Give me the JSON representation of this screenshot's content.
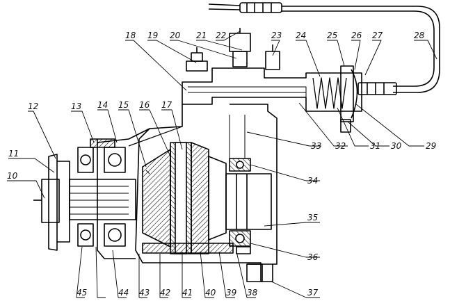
{
  "diagram": {
    "callouts": [
      {
        "id": "10",
        "text": "10"
      },
      {
        "id": "11",
        "text": "11"
      },
      {
        "id": "12",
        "text": "12"
      },
      {
        "id": "13",
        "text": "13"
      },
      {
        "id": "14",
        "text": "14"
      },
      {
        "id": "15",
        "text": "15"
      },
      {
        "id": "16",
        "text": "16"
      },
      {
        "id": "17",
        "text": "17"
      },
      {
        "id": "18",
        "text": "18"
      },
      {
        "id": "19",
        "text": "19"
      },
      {
        "id": "20",
        "text": "20"
      },
      {
        "id": "21",
        "text": "21"
      },
      {
        "id": "22",
        "text": "22"
      },
      {
        "id": "23",
        "text": "23"
      },
      {
        "id": "24",
        "text": "24"
      },
      {
        "id": "25",
        "text": "25"
      },
      {
        "id": "26",
        "text": "26"
      },
      {
        "id": "27",
        "text": "27"
      },
      {
        "id": "28",
        "text": "28"
      },
      {
        "id": "29",
        "text": "29"
      },
      {
        "id": "30",
        "text": "30"
      },
      {
        "id": "31",
        "text": "31"
      },
      {
        "id": "32",
        "text": "32"
      },
      {
        "id": "33",
        "text": "33"
      },
      {
        "id": "34",
        "text": "34"
      },
      {
        "id": "35",
        "text": "35"
      },
      {
        "id": "36",
        "text": "36"
      },
      {
        "id": "37",
        "text": "37"
      },
      {
        "id": "38",
        "text": "38"
      },
      {
        "id": "39",
        "text": "39"
      },
      {
        "id": "40",
        "text": "40"
      },
      {
        "id": "41",
        "text": "41"
      },
      {
        "id": "42",
        "text": "42"
      },
      {
        "id": "43",
        "text": "43"
      },
      {
        "id": "44",
        "text": "44"
      },
      {
        "id": "45",
        "text": "45"
      }
    ]
  }
}
